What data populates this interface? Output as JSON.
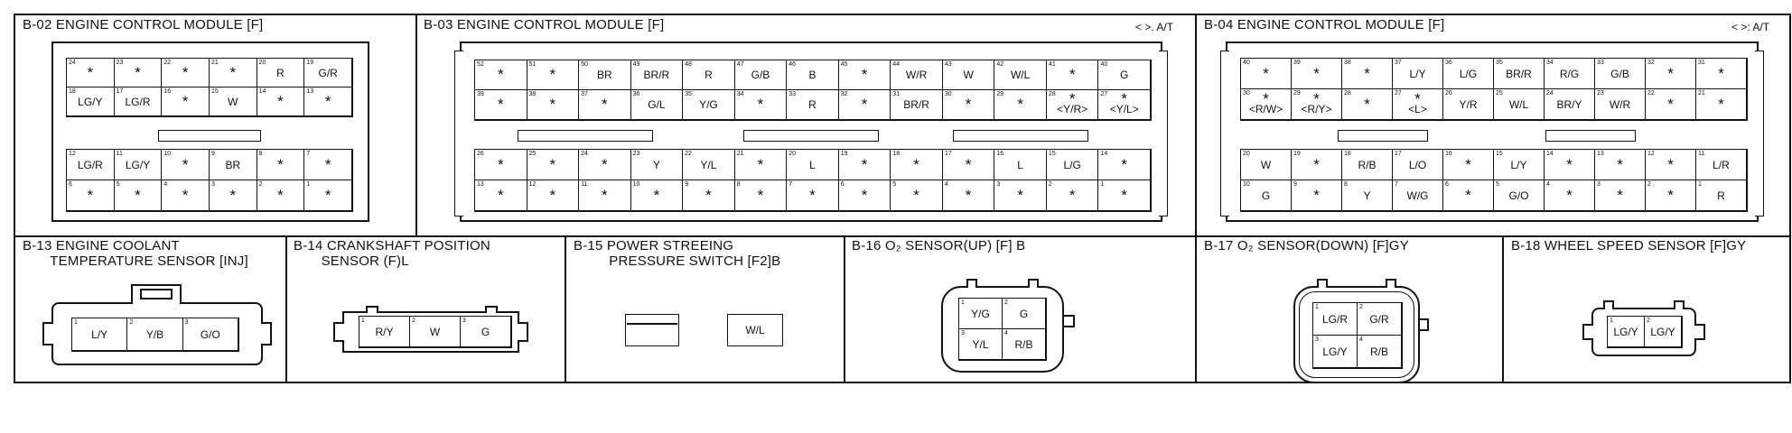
{
  "b02": {
    "title": "B-02 ENGINE CONTROL MODULE [F]",
    "top": [
      {
        "p": "24",
        "w": "*"
      },
      {
        "p": "23",
        "w": "*"
      },
      {
        "p": "22",
        "w": "*"
      },
      {
        "p": "21",
        "w": "*"
      },
      {
        "p": "20",
        "w": "R"
      },
      {
        "p": "19",
        "w": "G/R"
      },
      {
        "p": "18",
        "w": "LG/Y"
      },
      {
        "p": "17",
        "w": "LG/R"
      },
      {
        "p": "16",
        "w": "*"
      },
      {
        "p": "15",
        "w": "W"
      },
      {
        "p": "14",
        "w": "*"
      },
      {
        "p": "13",
        "w": "*"
      }
    ],
    "bottom": [
      {
        "p": "12",
        "w": "LG/R"
      },
      {
        "p": "11",
        "w": "LG/Y"
      },
      {
        "p": "10",
        "w": "*"
      },
      {
        "p": "9",
        "w": "BR"
      },
      {
        "p": "8",
        "w": "*"
      },
      {
        "p": "7",
        "w": "*"
      },
      {
        "p": "6",
        "w": "*"
      },
      {
        "p": "5",
        "w": "*"
      },
      {
        "p": "4",
        "w": "*"
      },
      {
        "p": "3",
        "w": "*"
      },
      {
        "p": "2",
        "w": "*"
      },
      {
        "p": "1",
        "w": "*"
      }
    ]
  },
  "b03": {
    "title": "B-03 ENGINE CONTROL MODULE [F]",
    "tag": "< >. A/T",
    "top": [
      {
        "p": "52",
        "w": "*"
      },
      {
        "p": "51",
        "w": "*"
      },
      {
        "p": "50",
        "w": "BR"
      },
      {
        "p": "49",
        "w": "BR/R"
      },
      {
        "p": "48",
        "w": "R"
      },
      {
        "p": "47",
        "w": "G/B"
      },
      {
        "p": "46",
        "w": "B"
      },
      {
        "p": "45",
        "w": "*"
      },
      {
        "p": "44",
        "w": "W/R"
      },
      {
        "p": "43",
        "w": "W"
      },
      {
        "p": "42",
        "w": "W/L"
      },
      {
        "p": "41",
        "w": "*"
      },
      {
        "p": "40",
        "w": "G"
      },
      {
        "p": "39",
        "w": "*"
      },
      {
        "p": "38",
        "w": "*"
      },
      {
        "p": "37",
        "w": "*"
      },
      {
        "p": "36",
        "w": "G/L"
      },
      {
        "p": "35",
        "w": "Y/G"
      },
      {
        "p": "34",
        "w": "*"
      },
      {
        "p": "33",
        "w": "R"
      },
      {
        "p": "32",
        "w": "*"
      },
      {
        "p": "31",
        "w": "BR/R"
      },
      {
        "p": "30",
        "w": "*"
      },
      {
        "p": "29",
        "w": "*"
      },
      {
        "p": "28",
        "w": "<Y/R>",
        "s": true
      },
      {
        "p": "27",
        "w": "<Y/L>",
        "s": true
      }
    ],
    "bottom": [
      {
        "p": "26",
        "w": "*"
      },
      {
        "p": "25",
        "w": "*"
      },
      {
        "p": "24",
        "w": "*"
      },
      {
        "p": "23",
        "w": "Y"
      },
      {
        "p": "22",
        "w": "Y/L"
      },
      {
        "p": "21",
        "w": "*"
      },
      {
        "p": "20",
        "w": "L"
      },
      {
        "p": "19",
        "w": "*"
      },
      {
        "p": "18",
        "w": "*"
      },
      {
        "p": "17",
        "w": "*"
      },
      {
        "p": "16",
        "w": "L"
      },
      {
        "p": "15",
        "w": "L/G"
      },
      {
        "p": "14",
        "w": "*"
      },
      {
        "p": "13",
        "w": "*"
      },
      {
        "p": "12",
        "w": "*"
      },
      {
        "p": "11",
        "w": "*"
      },
      {
        "p": "10",
        "w": "*"
      },
      {
        "p": "9",
        "w": "*"
      },
      {
        "p": "8",
        "w": "*"
      },
      {
        "p": "7",
        "w": "*"
      },
      {
        "p": "6",
        "w": "*"
      },
      {
        "p": "5",
        "w": "*"
      },
      {
        "p": "4",
        "w": "*"
      },
      {
        "p": "3",
        "w": "*"
      },
      {
        "p": "2",
        "w": "*"
      },
      {
        "p": "1",
        "w": "*"
      }
    ]
  },
  "b04": {
    "title": "B-04 ENGINE CONTROL MODULE [F]",
    "tag": "< >: A/T",
    "top": [
      {
        "p": "40",
        "w": "*"
      },
      {
        "p": "39",
        "w": "*"
      },
      {
        "p": "38",
        "w": "*"
      },
      {
        "p": "37",
        "w": "L/Y"
      },
      {
        "p": "36",
        "w": "L/G"
      },
      {
        "p": "35",
        "w": "BR/R"
      },
      {
        "p": "34",
        "w": "R/G"
      },
      {
        "p": "33",
        "w": "G/B"
      },
      {
        "p": "32",
        "w": "*"
      },
      {
        "p": "31",
        "w": "*"
      },
      {
        "p": "30",
        "w": "<R/W>",
        "s": true
      },
      {
        "p": "29",
        "w": "<R/Y>",
        "s": true
      },
      {
        "p": "28",
        "w": "*"
      },
      {
        "p": "27",
        "w": "<L>",
        "s": true
      },
      {
        "p": "26",
        "w": "Y/R"
      },
      {
        "p": "25",
        "w": "W/L"
      },
      {
        "p": "24",
        "w": "BR/Y"
      },
      {
        "p": "23",
        "w": "W/R"
      },
      {
        "p": "22",
        "w": "*"
      },
      {
        "p": "21",
        "w": "*"
      }
    ],
    "bottom": [
      {
        "p": "20",
        "w": "W"
      },
      {
        "p": "19",
        "w": "*"
      },
      {
        "p": "18",
        "w": "R/B"
      },
      {
        "p": "17",
        "w": "L/O"
      },
      {
        "p": "16",
        "w": "*"
      },
      {
        "p": "15",
        "w": "L/Y"
      },
      {
        "p": "14",
        "w": "*"
      },
      {
        "p": "13",
        "w": "*"
      },
      {
        "p": "12",
        "w": "*"
      },
      {
        "p": "11",
        "w": "L/R"
      },
      {
        "p": "10",
        "w": "G"
      },
      {
        "p": "9",
        "w": "*"
      },
      {
        "p": "8",
        "w": "Y"
      },
      {
        "p": "7",
        "w": "W/G"
      },
      {
        "p": "6",
        "w": "*"
      },
      {
        "p": "5",
        "w": "G/O"
      },
      {
        "p": "4",
        "w": "*"
      },
      {
        "p": "3",
        "w": "*"
      },
      {
        "p": "2",
        "w": "*"
      },
      {
        "p": "1",
        "w": "R"
      }
    ]
  },
  "b13": {
    "title": "B-13 ENGINE COOLANT\n       TEMPERATURE SENSOR [INJ]",
    "pins": [
      {
        "p": "1",
        "w": "L/Y"
      },
      {
        "p": "2",
        "w": "Y/B"
      },
      {
        "p": "3",
        "w": "G/O"
      }
    ]
  },
  "b14": {
    "title": "B-14 CRANKSHAFT POSITION\n       SENSOR (F)L",
    "pins": [
      {
        "p": "1",
        "w": "R/Y"
      },
      {
        "p": "2",
        "w": "W"
      },
      {
        "p": "3",
        "w": "G"
      }
    ]
  },
  "b15": {
    "title": "B-15 POWER STREEING\n         PRESSURE SWITCH [F2]B",
    "wire": "W/L"
  },
  "b16": {
    "title": "B-16 O₂ SENSOR(UP) [F] B",
    "pins": [
      {
        "p": "1",
        "w": "Y/G"
      },
      {
        "p": "2",
        "w": "G"
      },
      {
        "p": "3",
        "w": "Y/L"
      },
      {
        "p": "4",
        "w": "R/B"
      }
    ]
  },
  "b17": {
    "title": "B-17 O₂ SENSOR(DOWN) [F]GY",
    "pins": [
      {
        "p": "1",
        "w": "LG/R"
      },
      {
        "p": "2",
        "w": "G/R"
      },
      {
        "p": "3",
        "w": "LG/Y"
      },
      {
        "p": "4",
        "w": "R/B"
      }
    ]
  },
  "b18": {
    "title": "B-18 WHEEL SPEED SENSOR [F]GY",
    "pins": [
      {
        "p": "1",
        "w": "LG/Y"
      },
      {
        "p": "2",
        "w": "LG/Y"
      }
    ]
  }
}
